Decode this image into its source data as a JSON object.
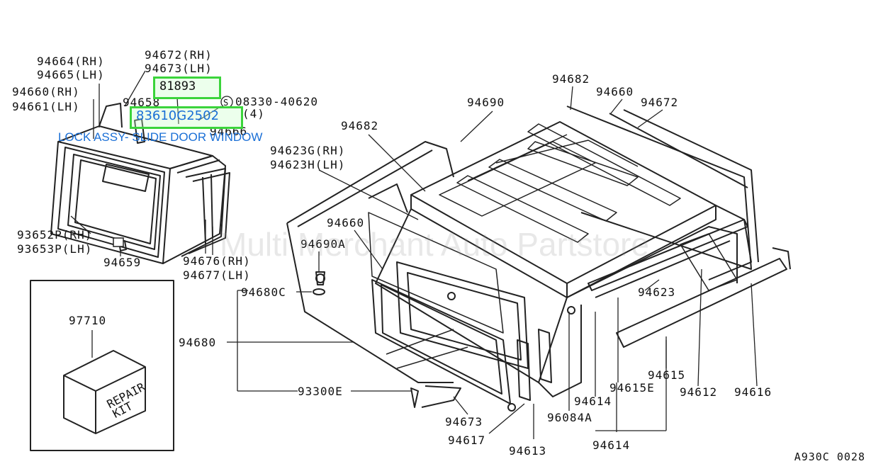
{
  "watermark": "Multi Merchant Auto Partstore",
  "footer_code": "A930C 0028",
  "highlights": {
    "h1": "81893",
    "h2": "83610G2502"
  },
  "link_text": "LOCK ASSY- SLIDE DOOR WINDOW",
  "callouts": {
    "c94664": "94664(RH)",
    "c94665": "94665(LH)",
    "c94672a": "94672(RH)",
    "c94673a": "94673(LH)",
    "c94660a": "94660(RH)",
    "c94661": "94661(LH)",
    "c94658": "94658",
    "c08330": "08330-40620",
    "c4": "(4)",
    "c94666": "94666",
    "c93652": "93652P(RH)",
    "c93653": "93653P(LH)",
    "c94659": "94659",
    "c94676": "94676(RH)",
    "c94677": "94677(LH)",
    "c97710": "97710",
    "c94682a": "94682",
    "c94660b": "94660",
    "c94672b": "94672",
    "c94690": "94690",
    "c94682b": "94682",
    "c94623G": "94623G(RH)",
    "c94623H": "94623H(LH)",
    "c94660c": "94660",
    "c94690A": "94690A",
    "c94680C": "94680C",
    "c94680": "94680",
    "c93300E": "93300E",
    "c94673b": "94673",
    "c94617": "94617",
    "c94613": "94613",
    "c96084A": "96084A",
    "c94614a": "94614",
    "c94614b": "94614",
    "c94615E": "94615E",
    "c94615": "94615",
    "c94612": "94612",
    "c94616": "94616",
    "c94623": "94623"
  },
  "kit_text": [
    "REPAIR",
    "KIT"
  ]
}
